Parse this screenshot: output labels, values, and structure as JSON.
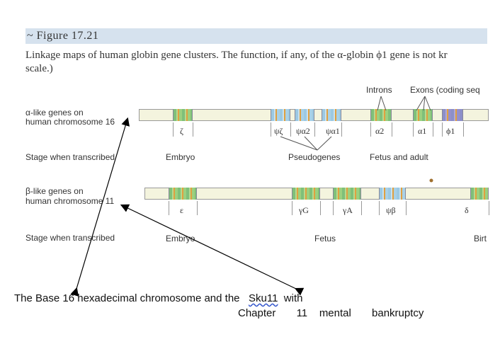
{
  "figure": {
    "title": "~ Figure 17.21",
    "caption_line1": "Linkage maps of human globin gene clusters. The function, if any, of the α-globin ϕ1 gene is not kr",
    "caption_line2": "scale.)"
  },
  "alpha": {
    "label_line1": "α-like genes on",
    "label_line2": "human chromosome 16",
    "stage_label": "Stage when transcribed",
    "genes": [
      "ζ",
      "ψζ",
      "ψα2",
      "ψα1",
      "α2",
      "α1",
      "ϕ1"
    ],
    "stages": [
      "Embryo",
      "Pseudogenes",
      "Fetus and adult"
    ],
    "introns_label": "Introns",
    "exons_label": "Exons (coding seq"
  },
  "beta": {
    "label_line1": "β-like genes on",
    "label_line2": "human chromosome 11",
    "stage_label": "Stage when transcribed",
    "genes": [
      "ε",
      "γG",
      "γA",
      "ψβ",
      "δ"
    ],
    "stages": [
      "Embryo",
      "Fetus",
      "Birt"
    ]
  },
  "annotation": {
    "line1_a": "The Base 16 hexadecimal chromosome and the",
    "line1_b": "Sku11",
    "line1_c": "with",
    "line2_a": "Chapter",
    "line2_b": "11",
    "line2_c": "mental",
    "line2_d": "bankruptcy"
  },
  "colors": {
    "banner": "#d6e2ee",
    "exon_green": "#7fc07a",
    "exon_blue": "#9cc9e3",
    "exon_purple": "#8c8fc8",
    "intron_orange": "#e0a040"
  }
}
